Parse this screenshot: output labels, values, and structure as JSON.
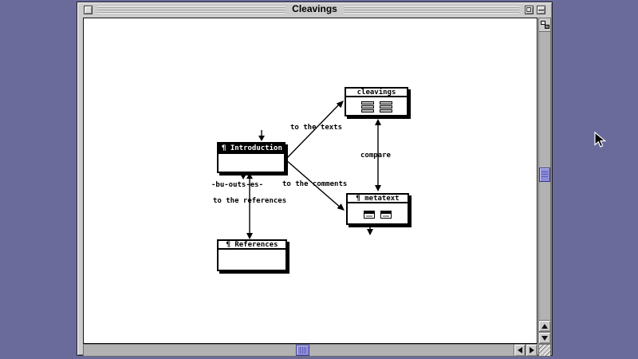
{
  "window": {
    "title": "Cleavings"
  },
  "diagram": {
    "nodes": [
      {
        "title": "cleavings",
        "icons": [
          "text-stack-icon",
          "text-stack-icon"
        ]
      },
      {
        "title": "¶ Introduction",
        "icons": []
      },
      {
        "title": "¶ metatext",
        "icons": [
          "note-icon",
          "note-icon"
        ]
      },
      {
        "title": "¶ References",
        "icons": []
      }
    ],
    "links": [
      {
        "label": "to the texts"
      },
      {
        "label": "compare"
      },
      {
        "label": "to the comments"
      },
      {
        "label": "-bu-outs-es-"
      },
      {
        "label": "to the references"
      }
    ]
  },
  "icons": {
    "titlebar": [
      "close-box-icon",
      "zoom-box-icon",
      "collapse-box-icon"
    ],
    "scrollbar": [
      "scroll-up-icon",
      "scroll-down-icon",
      "scroll-left-icon",
      "scroll-right-icon",
      "writing-spaces-icon"
    ],
    "pointer": "arrow-cursor-icon"
  },
  "colors": {
    "desktop": "#6B6B9B",
    "window_chrome": "#CCCCCC",
    "scroll_thumb": "#8C8CD8",
    "node_ink": "#000000",
    "selected_title_bg": "#000000",
    "selected_title_text": "#FFFFFF"
  }
}
